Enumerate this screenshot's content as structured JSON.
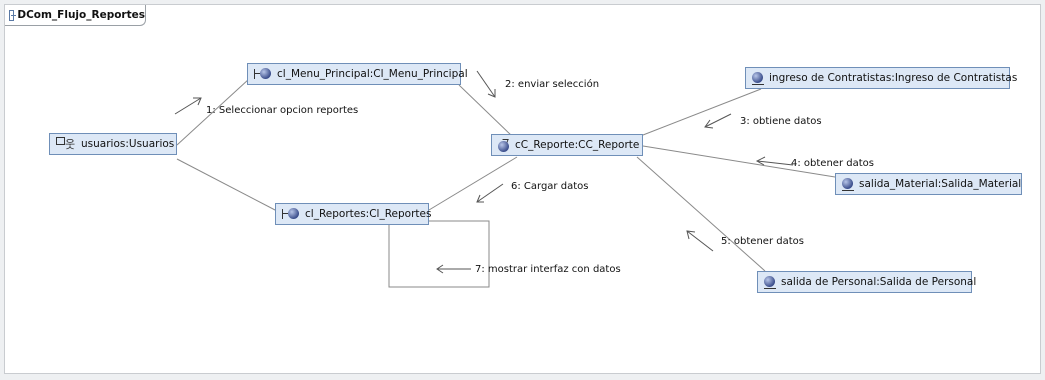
{
  "diagram": {
    "title": "DCom_Flujo_Reportes"
  },
  "nodes": [
    {
      "id": "usuarios",
      "label": "usuarios:Usuarios",
      "icon": "actor-icon"
    },
    {
      "id": "menu",
      "label": "cl_Menu_Principal:Cl_Menu_Principal",
      "icon": "boundary-icon"
    },
    {
      "id": "reportes",
      "label": "cl_Reportes:Cl_Reportes",
      "icon": "boundary-icon"
    },
    {
      "id": "control",
      "label": "cC_Reporte:CC_Reporte",
      "icon": "control-icon"
    },
    {
      "id": "contratistas",
      "label": "ingreso de Contratistas:Ingreso de Contratistas",
      "icon": "entity-icon"
    },
    {
      "id": "material",
      "label": "salida_Material:Salida_Material",
      "icon": "entity-icon"
    },
    {
      "id": "personal",
      "label": "salida de Personal:Salida de Personal",
      "icon": "entity-icon"
    }
  ],
  "messages": [
    {
      "label": "1: Seleccionar opcion reportes"
    },
    {
      "label": "2: enviar selección"
    },
    {
      "label": "3: obtiene datos"
    },
    {
      "label": "4: obtener datos"
    },
    {
      "label": "5: obtener datos"
    },
    {
      "label": "6: Cargar datos"
    },
    {
      "label": "7: mostrar interfaz con datos"
    }
  ],
  "colors": {
    "node_fill": "#dde8f6",
    "node_border": "#6f8fb8",
    "link": "#8a8a8a"
  }
}
